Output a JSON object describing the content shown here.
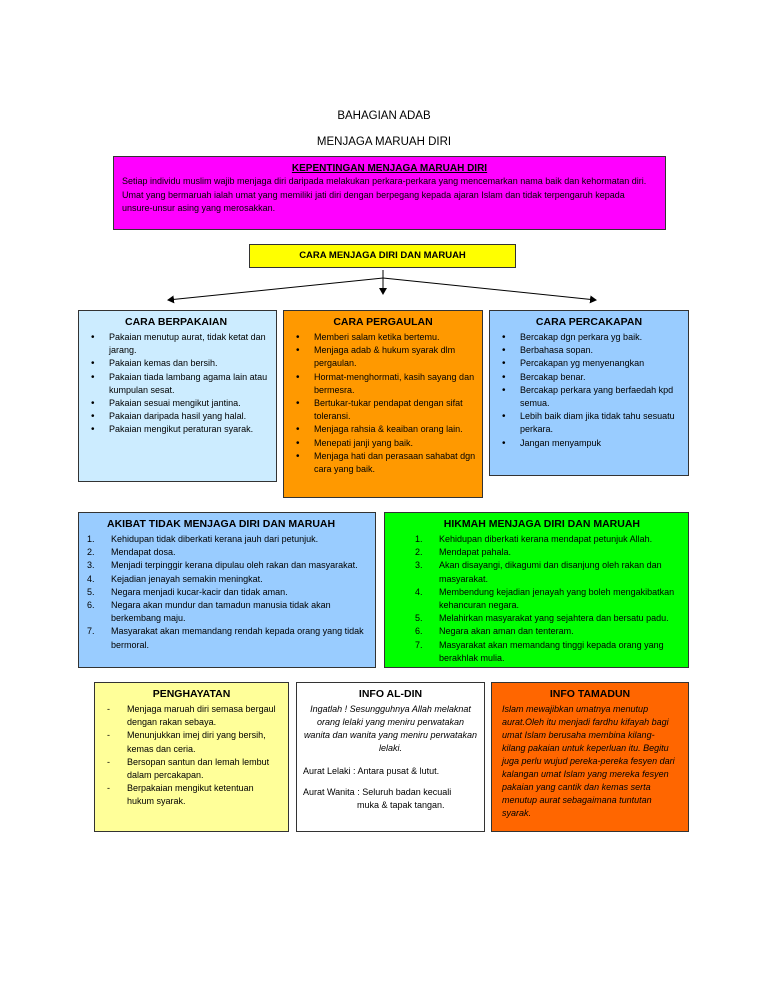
{
  "title1": "BAHAGIAN ADAB",
  "title2": "MENJAGA MARUAH DIRI",
  "kepentingan": {
    "heading": "KEPENTINGAN MENJAGA MARUAH DIRI",
    "text": "Setiap individu muslim wajib menjaga diri daripada melakukan perkara-perkara yang mencemarkan nama baik dan kehormatan diri. Umat yang bermaruah ialah umat yang memiliki jati diri dengan berpegang kepada ajaran Islam dan tidak terpengaruh kepada unsure-unsur asing yang merosakkan."
  },
  "cara": "CARA MENJAGA DIRI DAN MARUAH",
  "berpakaian": {
    "heading": "CARA BERPAKAIAN",
    "items": [
      "Pakaian menutup aurat, tidak ketat dan jarang.",
      "Pakaian kemas dan bersih.",
      "Pakaian tiada lambang agama lain atau kumpulan sesat.",
      "Pakaian sesuai mengikut jantina.",
      "Pakaian daripada hasil yang halal.",
      "Pakaian mengikut peraturan syarak."
    ]
  },
  "pergaulan": {
    "heading": "CARA PERGAULAN",
    "items": [
      "Memberi salam ketika bertemu.",
      "Menjaga adab & hukum syarak dlm pergaulan.",
      "Hormat-menghormati, kasih sayang dan bermesra.",
      "Bertukar-tukar pendapat dengan sifat toleransi.",
      "Menjaga rahsia & keaiban orang lain.",
      "Menepati janji yang baik.",
      "Menjaga hati dan perasaan sahabat dgn cara yang baik."
    ]
  },
  "percakapan": {
    "heading": "CARA PERCAKAPAN",
    "items": [
      "Bercakap dgn perkara yg baik.",
      "Berbahasa sopan.",
      "Percakapan yg menyenangkan",
      "Bercakap benar.",
      "Bercakap perkara yang berfaedah kpd semua.",
      "Lebih baik diam jika tidak tahu sesuatu perkara.",
      "Jangan menyampuk"
    ]
  },
  "akibat": {
    "heading": "AKIBAT TIDAK MENJAGA DIRI DAN MARUAH",
    "items": [
      "Kehidupan tidak diberkati kerana jauh dari petunjuk.",
      "Mendapat dosa.",
      "Menjadi terpinggir kerana dipulau oleh rakan dan masyarakat.",
      "Kejadian jenayah semakin meningkat.",
      "Negara menjadi kucar-kacir dan tidak aman.",
      "Negara akan mundur dan tamadun manusia tidak akan berkembang maju.",
      "Masyarakat akan memandang rendah kepada orang yang tidak bermoral."
    ]
  },
  "hikmah": {
    "heading": "HIKMAH MENJAGA DIRI DAN MARUAH",
    "items": [
      "Kehidupan diberkati kerana mendapat petunjuk Allah.",
      "Mendapat pahala.",
      "Akan disayangi, dikagumi dan disanjung oleh rakan dan masyarakat.",
      "Membendung kejadian jenayah yang boleh mengakibatkan kehancuran negara.",
      "Melahirkan masyarakat yang sejahtera dan bersatu padu.",
      "Negara akan aman dan tenteram.",
      "Masyarakat akan memandang tinggi kepada orang yang berakhlak mulia."
    ]
  },
  "penghayatan": {
    "heading": "PENGHAYATAN",
    "items": [
      "Menjaga maruah diri semasa bergaul dengan rakan sebaya.",
      "Menunjukkan imej diri yang bersih, kemas dan ceria.",
      "Bersopan santun dan lemah lembut dalam percakapan.",
      "Berpakaian mengikut ketentuan hukum syarak."
    ]
  },
  "aldin": {
    "heading": "INFO AL-DIN",
    "quote": "Ingatlah ! Sesungguhnya Allah melaknat orang lelaki yang meniru perwatakan wanita dan wanita yang meniru perwatakan lelaki.",
    "lelaki": "Aurat Lelaki : Antara pusat & lutut.",
    "wanita1": "Aurat Wanita : Seluruh badan kecuali",
    "wanita2": "muka &  tapak tangan."
  },
  "tamadun": {
    "heading": "INFO TAMADUN",
    "text": "Islam mewajibkan umatnya menutup aurat.Oleh itu menjadi fardhu kifayah bagi umat Islam berusaha membina kilang-kilang pakaian untuk keperluan itu. Begitu juga perlu wujud pereka-pereka fesyen dari kalangan umat Islam yang mereka fesyen pakaian yang cantik dan kemas serta menutup aurat sebagaimana tuntutan syarak."
  }
}
